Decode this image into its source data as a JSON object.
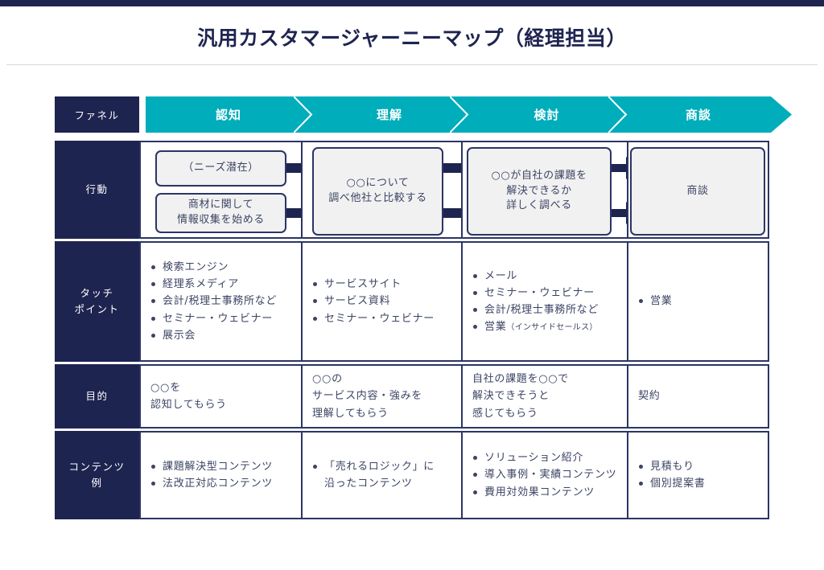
{
  "header": {
    "title": "汎用カスタマージャーニーマップ（経理担当）",
    "accent_color": "#1e2450"
  },
  "theme": {
    "navy": "#1e2450",
    "border_navy": "#2b3566",
    "teal": "#00adbb",
    "box_fill": "#f1f1f1",
    "body_text": "#3c4464"
  },
  "funnel": {
    "label": "ファネル",
    "stages": [
      "認知",
      "理解",
      "検討",
      "商談"
    ]
  },
  "rows": {
    "action": {
      "label": "行動",
      "stage1_box1": "（ニーズ潜在）",
      "stage1_box2": "商材に関して\n情報収集を始める",
      "stage2_box": "○○について\n調べ他社と比較する",
      "stage3_box": "○○が自社の課題を\n解決できるか\n詳しく調べる",
      "stage4_box": "商談"
    },
    "touchpoint": {
      "label": "タッチ\nポイント",
      "label_line1": "タッチ",
      "label_line2": "ポイント",
      "stage1": [
        "検索エンジン",
        "経理系メディア",
        "会計/税理士事務所など",
        "セミナー・ウェビナー",
        "展示会"
      ],
      "stage2": [
        "サービスサイト",
        "サービス資料",
        "セミナー・ウェビナー"
      ],
      "stage3_items": [
        {
          "main": "メール",
          "sub": ""
        },
        {
          "main": "セミナー・ウェビナー",
          "sub": ""
        },
        {
          "main": "会計/税理士事務所など",
          "sub": ""
        },
        {
          "main": "営業",
          "sub": "（インサイドセールス）"
        }
      ],
      "stage4": [
        "営業"
      ]
    },
    "purpose": {
      "label": "目的",
      "stage1": "○○を\n認知してもらう",
      "stage2": "○○の\nサービス内容・強みを\n理解してもらう",
      "stage3": "自社の課題を○○で\n解決できそうと\n感じてもらう",
      "stage4": "契約"
    },
    "content": {
      "label": "コンテンツ\n例",
      "label_line1": "コンテンツ",
      "label_line2": "例",
      "stage1": [
        "課題解決型コンテンツ",
        "法改正対応コンテンツ"
      ],
      "stage2": [
        "「売れるロジック」に\n沿ったコンテンツ"
      ],
      "stage3": [
        "ソリューション紹介",
        "導入事例・実績コンテンツ",
        "費用対効果コンテンツ"
      ],
      "stage4": [
        "見積もり",
        "個別提案書"
      ]
    }
  }
}
